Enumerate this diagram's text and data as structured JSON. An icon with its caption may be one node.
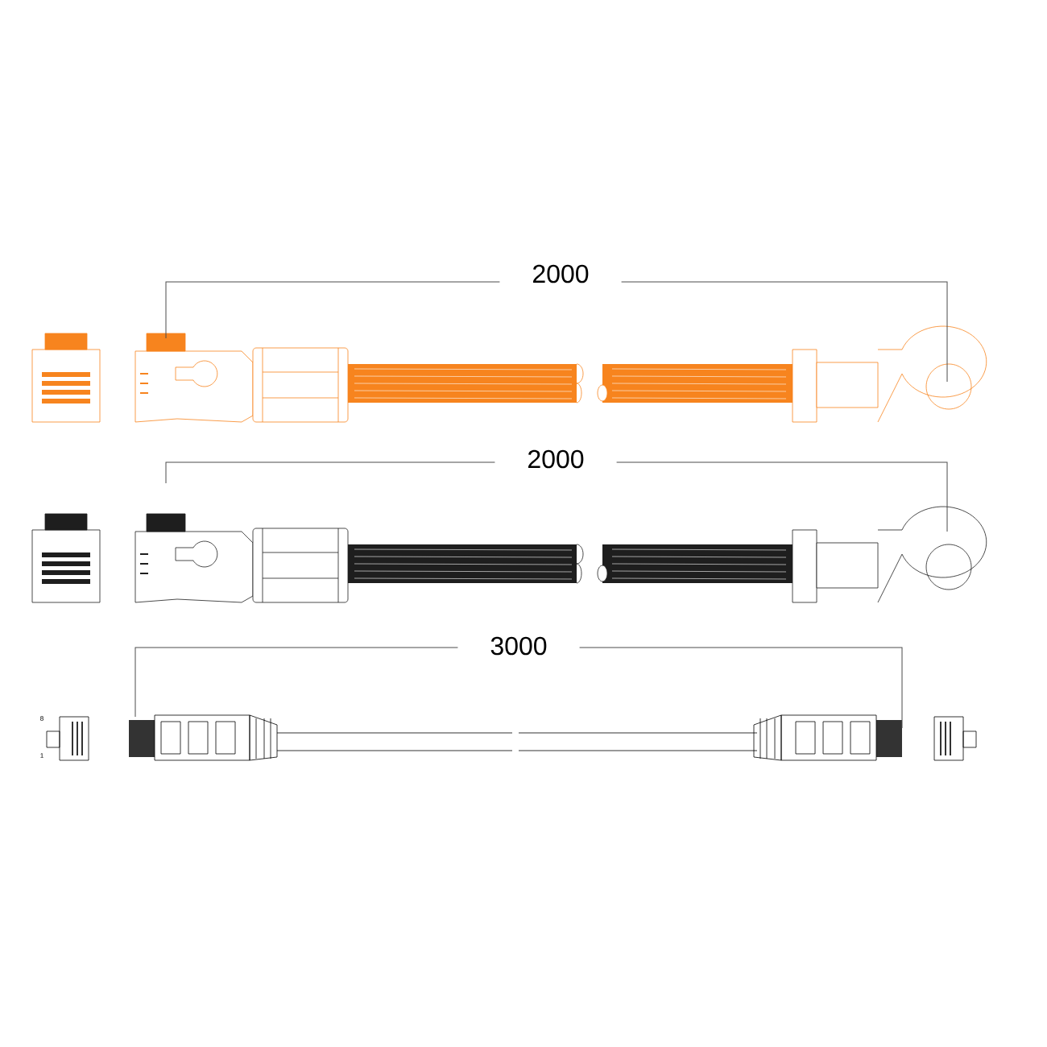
{
  "diagram": {
    "labels": [
      "2000",
      "2000",
      "3000",
      "8",
      "1"
    ]
  }
}
